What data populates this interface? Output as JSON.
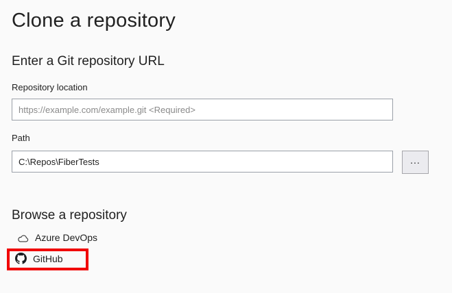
{
  "dialog": {
    "title": "Clone a repository"
  },
  "url_section": {
    "heading": "Enter a Git repository URL",
    "repository_location": {
      "label": "Repository location",
      "placeholder": "https://example.com/example.git <Required>",
      "value": ""
    },
    "path": {
      "label": "Path",
      "value": "C:\\Repos\\FiberTests"
    },
    "browse_button_label": "..."
  },
  "browse_section": {
    "heading": "Browse a repository",
    "providers": [
      {
        "label": "Azure DevOps",
        "icon": "azure-devops-cloud-icon"
      },
      {
        "label": "GitHub",
        "icon": "github-icon",
        "highlighted": true
      }
    ]
  },
  "annotations": {
    "github_highlight_box": {
      "shape": "rectangle",
      "color": "#f00000",
      "target": "GitHub"
    }
  },
  "colors": {
    "background": "#fafafa",
    "text_primary": "#1e1e1e",
    "input_border": "#9aa0a8",
    "input_background": "#ffffff",
    "placeholder_text": "#8a8a8a",
    "button_background": "#ebebef",
    "button_border": "#a5a5aa",
    "highlight_red": "#f00000"
  }
}
